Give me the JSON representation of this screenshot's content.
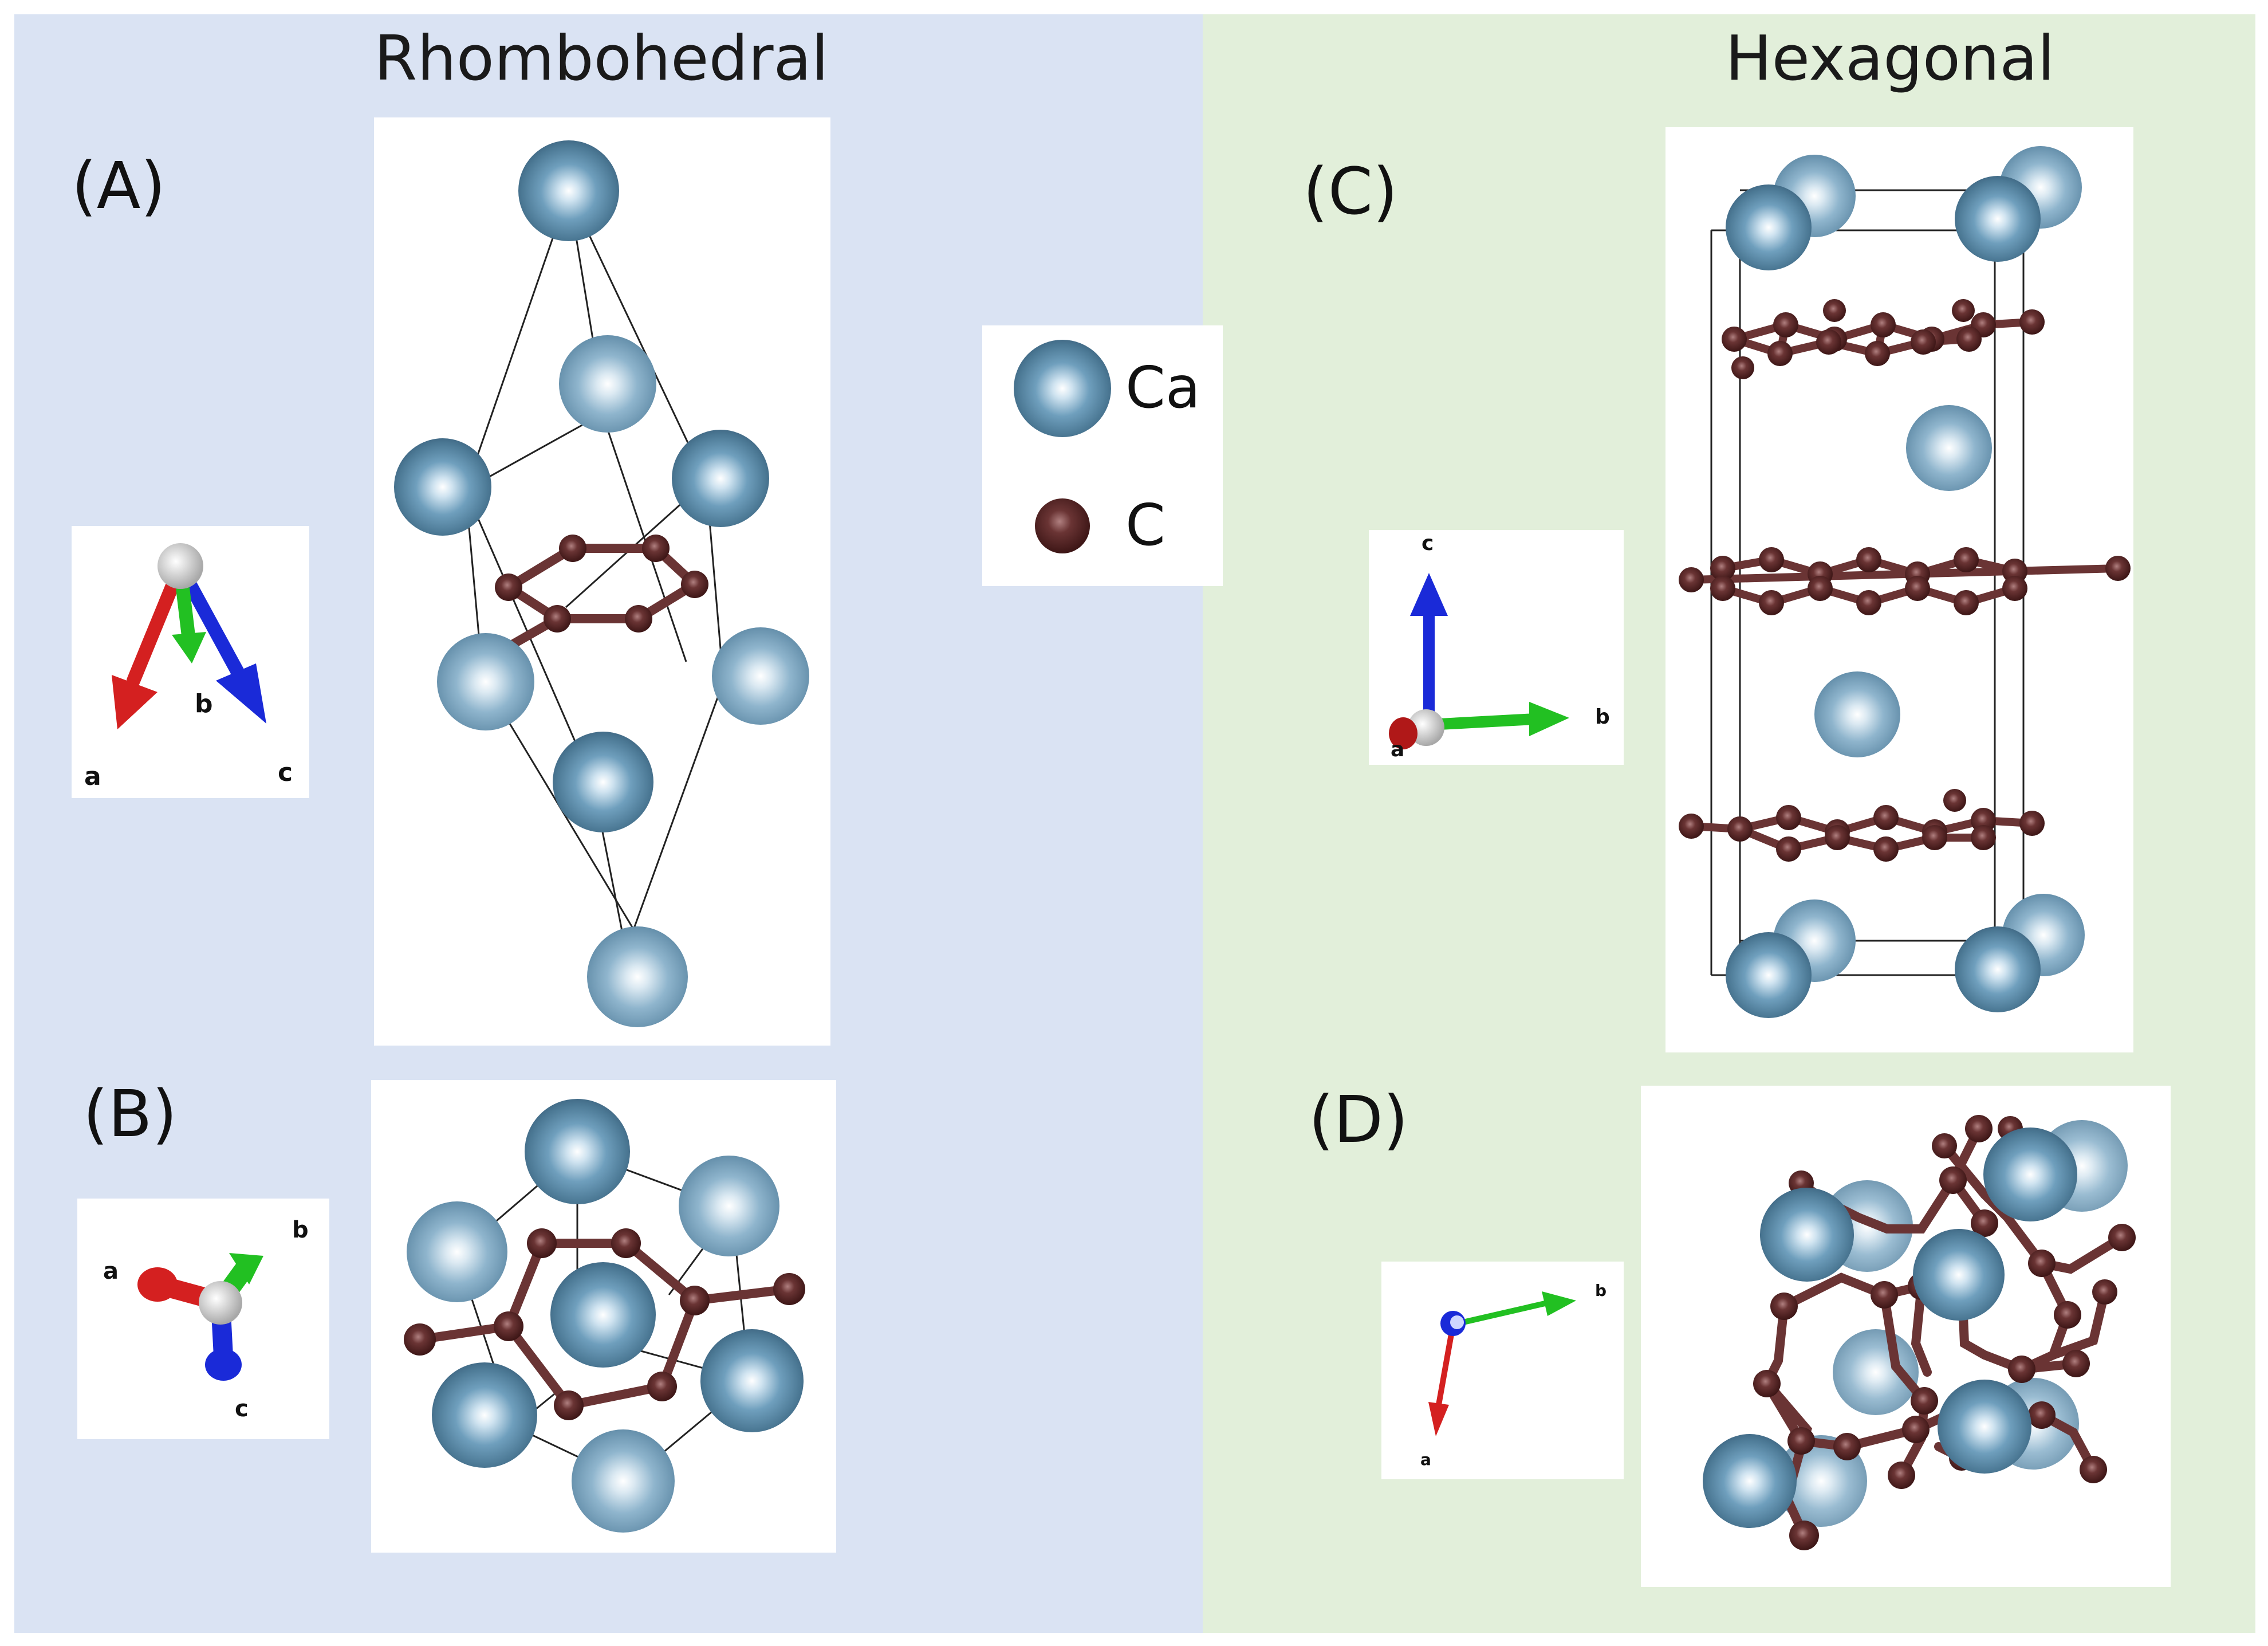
{
  "headers": {
    "left": "Rhombohedral",
    "right": "Hexagonal"
  },
  "panel_labels": {
    "a": "(A)",
    "b": "(B)",
    "c": "(C)",
    "d": "(D)"
  },
  "legend": {
    "items": [
      {
        "label": "Ca",
        "color": "#5e8fad"
      },
      {
        "label": "C",
        "color": "#5a2a2a"
      }
    ]
  },
  "axis_labels": {
    "a": "a",
    "b": "b",
    "c": "c"
  },
  "colors": {
    "rhombohedral_bg": "#dae3f3",
    "hexagonal_bg": "#e2efda",
    "axis_a": "#d42020",
    "axis_b": "#22c022",
    "axis_c": "#1a2ad8",
    "bond": "#6a3434"
  }
}
